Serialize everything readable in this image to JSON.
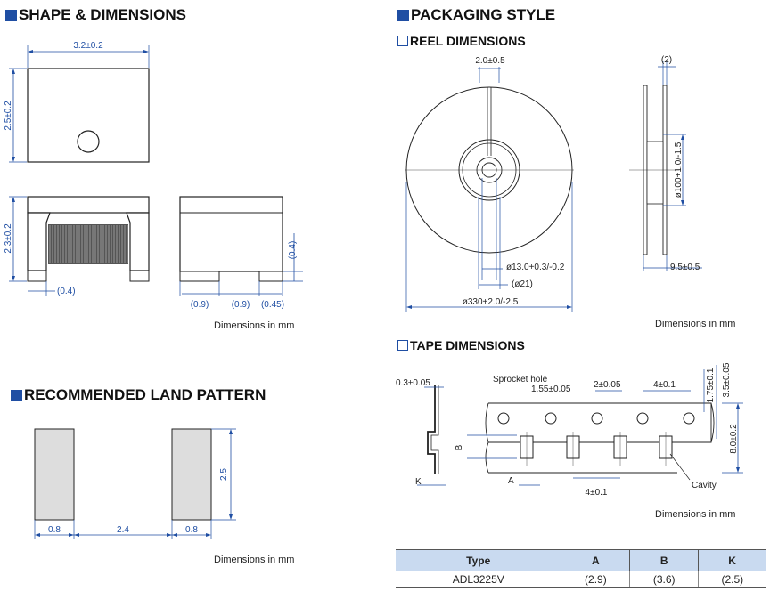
{
  "sections": {
    "shape": "SHAPE & DIMENSIONS",
    "land": "RECOMMENDED LAND PATTERN",
    "packaging": "PACKAGING STYLE",
    "reel": "REEL DIMENSIONS",
    "tape": "TAPE DIMENSIONS"
  },
  "notes": {
    "shape": "Dimensions in mm",
    "land": "Dimensions in mm",
    "reel": "Dimensions in mm",
    "tape": "Dimensions in mm"
  },
  "shape_dims": {
    "width": "3.2±0.2",
    "length": "2.5±0.2",
    "height": "2.3±0.2",
    "terminal_front": "(0.4)",
    "terminal_side_height": "(0.4)",
    "pad_a": "(0.9)",
    "pad_b": "(0.9)",
    "pad_c": "(0.45)"
  },
  "land_dims": {
    "pad_width_left": "0.8",
    "gap": "2.4",
    "pad_width_right": "0.8",
    "pad_height": "2.5"
  },
  "reel_dims": {
    "slot": "2.0±0.5",
    "hub": "ø13.0+0.3/-0.2",
    "hub_outer": "(ø21)",
    "outer": "ø330+2.0/-2.5",
    "flange_gap": "(2)",
    "core": "ø100+1.0/-1.5",
    "width": "9.5±0.5"
  },
  "tape_dims": {
    "thickness": "0.3±0.05",
    "sprocket_label": "Sprocket hole",
    "sprocket": "1.55±0.05",
    "sprocket_pitch_offset": "2±0.05",
    "sprocket_pitch": "4±0.1",
    "edge": "1.75±0.1",
    "center": "3.5±0.05",
    "tape_width": "8.0±0.2",
    "cavity_pitch": "4±0.1",
    "cavity_label": "Cavity",
    "label_a": "A",
    "label_b": "B",
    "label_k": "K"
  },
  "spec_table": {
    "headers": [
      "Type",
      "A",
      "B",
      "K"
    ],
    "rows": [
      [
        "ADL3225V",
        "(2.9)",
        "(3.6)",
        "(2.5)"
      ]
    ]
  },
  "colors": {
    "accent": "#1f4ea3",
    "table_header": "#c9daf0",
    "dimension_text": "#1f4ea3"
  }
}
